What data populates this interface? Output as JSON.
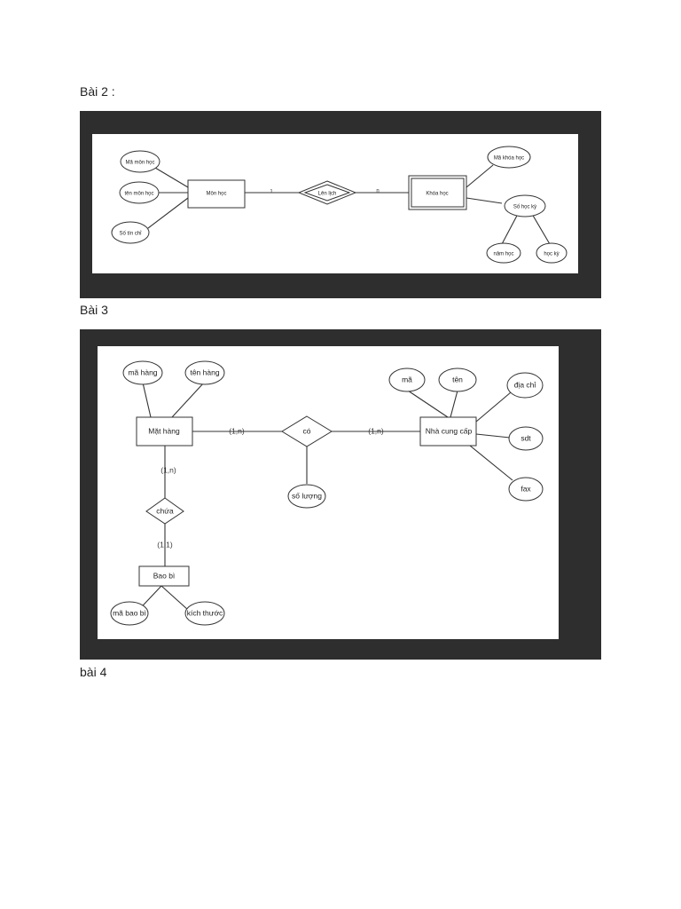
{
  "headings": {
    "bai2": "Bài 2 :",
    "bai3": "Bài 3",
    "bai4": "bài 4"
  },
  "diagram1": {
    "entities": {
      "mon_hoc": "Môn học",
      "khoa_hoc": "Khóa học"
    },
    "relationship": "Lên lịch",
    "attributes": {
      "ma_mon_hoc": "Mã môn học",
      "ten_mon_hoc": "tên môn học",
      "so_tin_chi": "Số tín chỉ",
      "ma_khoa_hoc": "Mã khóa học",
      "so_hoc_ky": "Số học kỳ",
      "nam_hoc": "năm học",
      "hoc_ky": "học kỳ"
    },
    "cardinalities": {
      "left": "1",
      "right": "n"
    }
  },
  "diagram2": {
    "entities": {
      "mat_hang": "Mặt hàng",
      "nha_cung_cap": "Nhà cung cấp",
      "bao_bi": "Bao bì"
    },
    "relationships": {
      "co": "có",
      "chua": "chứa"
    },
    "attributes": {
      "ma_hang": "mã hàng",
      "ten_hang": "tên hàng",
      "ma": "mã",
      "ten": "tên",
      "dia_chi": "địa chỉ",
      "sdt": "sdt",
      "fax": "fax",
      "so_luong": "số lượng",
      "ma_bao_bi": "mã bao bì",
      "kich_thuoc": "kích thước"
    },
    "cardinalities": {
      "mh_co": "(1,n)",
      "co_ncc": "(1,n)",
      "mh_chua": "(1,n)",
      "chua_bb": "(1,1)"
    }
  }
}
